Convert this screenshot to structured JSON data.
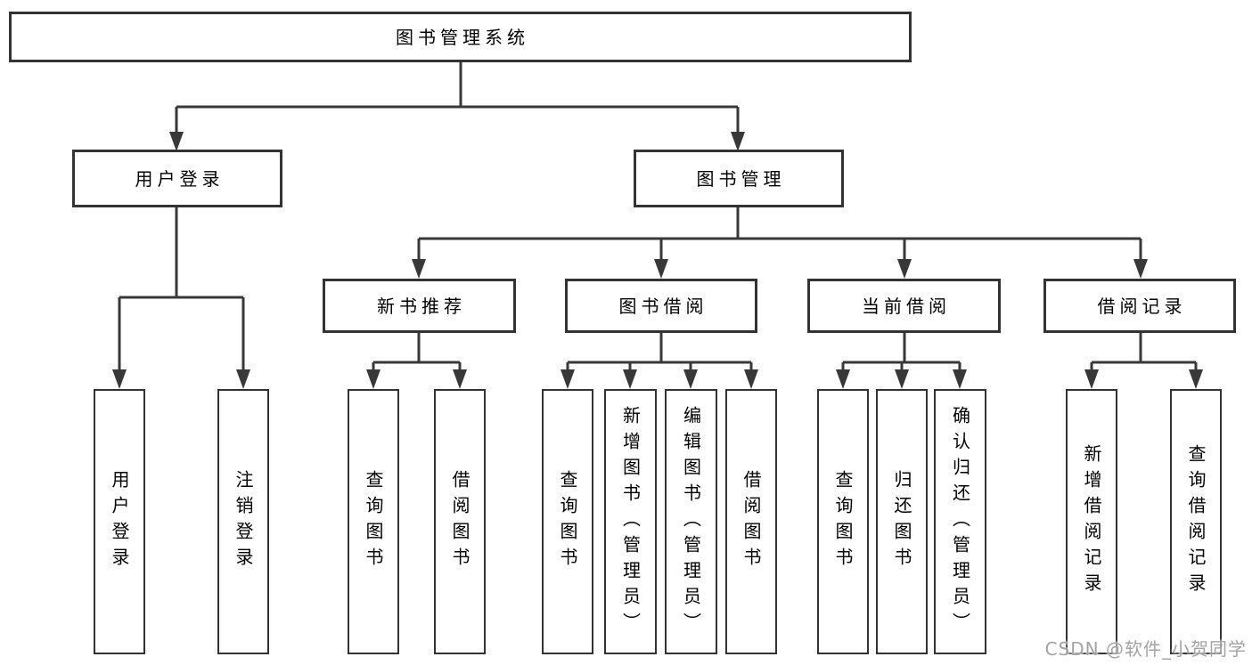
{
  "diagram": {
    "root": {
      "label": "图书管理系统"
    },
    "branches": [
      {
        "label": "用户登录",
        "children": [
          {
            "label": "用户登录"
          },
          {
            "label": "注销登录"
          }
        ]
      },
      {
        "label": "图书管理",
        "children": [
          {
            "label": "新书推荐",
            "children": [
              {
                "label": "查询图书"
              },
              {
                "label": "借阅图书"
              }
            ]
          },
          {
            "label": "图书借阅",
            "children": [
              {
                "label": "查询图书"
              },
              {
                "label": "新增图书（管理员）"
              },
              {
                "label": "编辑图书（管理员）"
              },
              {
                "label": "借阅图书"
              }
            ]
          },
          {
            "label": "当前借阅",
            "children": [
              {
                "label": "查询图书"
              },
              {
                "label": "归还图书"
              },
              {
                "label": "确认归还（管理员）"
              }
            ]
          },
          {
            "label": "借阅记录",
            "children": [
              {
                "label": "新增借阅记录"
              },
              {
                "label": "查询借阅记录"
              }
            ]
          }
        ]
      }
    ]
  },
  "watermark": {
    "text": "CSDN @软件_小贺同学"
  },
  "colors": {
    "line": "#383838",
    "box_border": "#333333",
    "text": "#000000",
    "watermark": "#a3a3a3",
    "background": "#ffffff"
  }
}
